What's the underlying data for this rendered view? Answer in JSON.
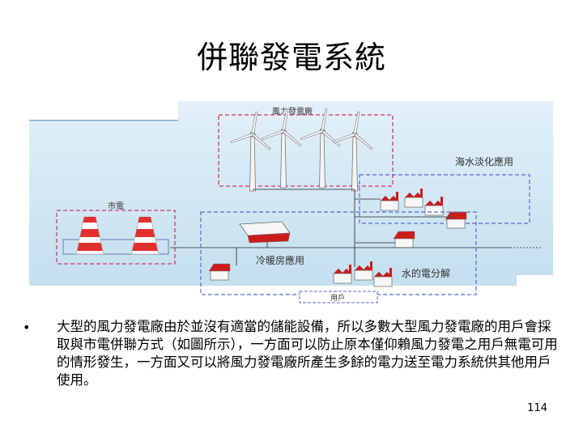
{
  "slide": {
    "title": "併聯發電系統",
    "bullet_symbol": "•",
    "bullet_text": "大型的風力發電廠由於並沒有適當的儲能設備，所以多數大型風力發電廠的用戶會採取與市電併聯方式（如圖所示），一方面可以防止原本僅仰賴風力發電之用戶無電可用的情形發生，一方面又可以將風力發電廠所產生多餘的電力送至電力系統供其他用戶使用。",
    "page_number": "114"
  },
  "diagram": {
    "labels": {
      "wind_farm": "風力發電廠",
      "desalination": "海水淡化應用",
      "grid": "市電",
      "heating_cooling": "冷暖房應用",
      "electrolysis": "水的電分解",
      "users": "用戶"
    },
    "colors": {
      "background": "#cfe6f3",
      "wind_box": "#d23a6a",
      "grid_box": "#d23a6a",
      "user_box": "#5a6ad0",
      "line": "#555555",
      "roof": "#cc1b1b",
      "stripe": "#e23030"
    }
  }
}
